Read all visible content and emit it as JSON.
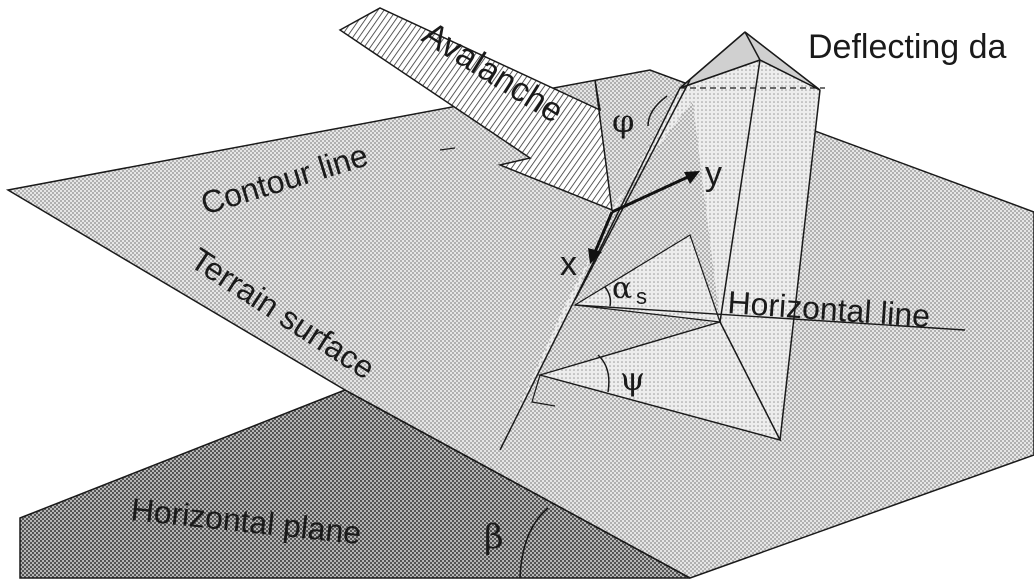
{
  "labels": {
    "avalanche": "Avalanche",
    "deflecting_dam": "Deflecting da",
    "contour_line": "Contour line",
    "terrain_surface": "Terrain surface",
    "horizontal_line": "Horizontal line",
    "horizontal_plane": "Horizontal plane",
    "phi": "φ",
    "alpha": "α",
    "alpha_sub": "s",
    "psi": "ψ",
    "beta": "β",
    "axis_x": "x",
    "axis_y": "y"
  },
  "colors": {
    "line": "#1a1a1a",
    "terrain_fill": "#dcdcdc",
    "plane_fill": "#a8a8a8",
    "dam_top_fill": "#d2d2d2",
    "dam_face_fill": "#d9d9d9",
    "arrow_hatch": "#333333"
  }
}
